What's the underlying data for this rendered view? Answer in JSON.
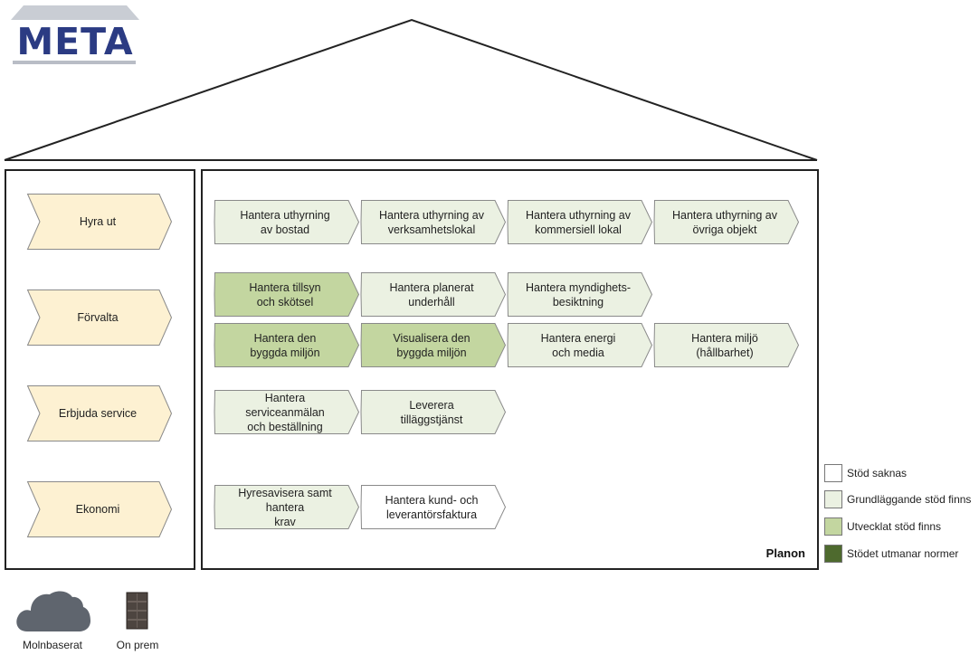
{
  "logo": {
    "text": "META"
  },
  "platform_label": "Planon",
  "categories": [
    {
      "label": "Hyra ut"
    },
    {
      "label": "Förvalta"
    },
    {
      "label": "Erbjuda service"
    },
    {
      "label": "Ekonomi"
    }
  ],
  "processes": [
    {
      "label": "Hantera uthyrning\nav bostad",
      "support": "basic"
    },
    {
      "label": "Hantera uthyrning av\nverksamhetslokal",
      "support": "basic"
    },
    {
      "label": "Hantera uthyrning av\nkommersiell lokal",
      "support": "basic"
    },
    {
      "label": "Hantera uthyrning av\növriga objekt",
      "support": "basic"
    },
    {
      "label": "Hantera tillsyn\noch skötsel",
      "support": "developed"
    },
    {
      "label": "Hantera planerat\nunderhåll",
      "support": "basic"
    },
    {
      "label": "Hantera myndighets-\nbesiktning",
      "support": "basic"
    },
    {
      "label": "Hantera den\nbyggda miljön",
      "support": "developed"
    },
    {
      "label": "Visualisera den\nbyggda miljön",
      "support": "developed"
    },
    {
      "label": "Hantera energi\noch media",
      "support": "basic"
    },
    {
      "label": "Hantera miljö\n(hållbarhet)",
      "support": "basic"
    },
    {
      "label": "Hantera serviceanmälan\noch beställning",
      "support": "basic"
    },
    {
      "label": "Leverera\ntilläggstjänst",
      "support": "basic"
    },
    {
      "label": "Hyresavisera samt hantera\nkrav",
      "support": "basic"
    },
    {
      "label": "Hantera kund- och\nleverantörsfaktura",
      "support": "empty"
    }
  ],
  "legend": [
    {
      "label": "Stöd saknas",
      "color": "#ffffff"
    },
    {
      "label": "Grundläggande stöd finns",
      "color": "#ebf1e2"
    },
    {
      "label": "Utvecklat stöd finns",
      "color": "#c3d6a0"
    },
    {
      "label": "Stödet utmanar normer",
      "color": "#4e6a2e"
    }
  ],
  "deployment": {
    "cloud_label": "Molnbaserat",
    "onprem_label": "On prem"
  }
}
